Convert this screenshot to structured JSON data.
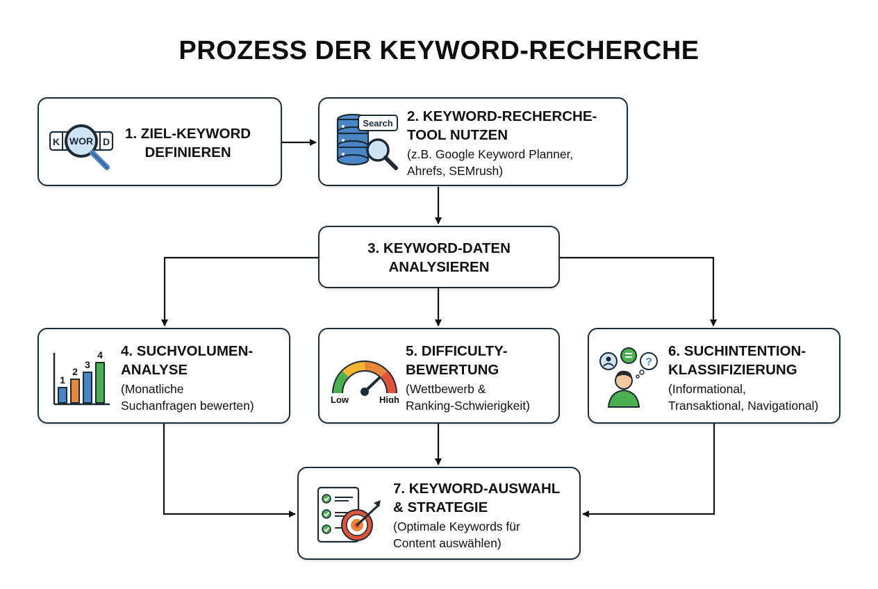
{
  "title": "PROZESS DER KEYWORD-RECHERCHE",
  "steps": [
    {
      "head": [
        "1. ZIEL-KEYWORD",
        "DEFINIEREN"
      ],
      "sub": [],
      "icon": "keyword-magnifier-icon",
      "icon_text": [
        "K",
        "WOR",
        "D"
      ]
    },
    {
      "head": [
        "2. KEYWORD-RECHERCHE-",
        "TOOL NUTZEN"
      ],
      "sub": [
        "(z.B. Google Keyword Planner,",
        "Ahrefs, SEMrush)"
      ],
      "icon": "database-search-icon",
      "icon_text": [
        "Search"
      ]
    },
    {
      "head": [
        "3. KEYWORD-DATEN",
        "ANALYSIEREN"
      ],
      "sub": []
    },
    {
      "head": [
        "4. SUCHVOLUMEN-",
        "ANALYSE"
      ],
      "sub": [
        "(Monatliche",
        "Suchanfragen bewerten)"
      ],
      "icon": "bar-chart-icon",
      "icon_text": [
        "1",
        "2",
        "3",
        "4"
      ]
    },
    {
      "head": [
        "5. DIFFICULTY-",
        "BEWERTUNG"
      ],
      "sub": [
        "(Wettbewerb &",
        "Ranking-Schwierigkeit)"
      ],
      "icon": "difficulty-gauge-icon",
      "icon_text": [
        "Low",
        "High"
      ]
    },
    {
      "head": [
        "6. SUCHINTENTION-",
        "KLASSIFIZIERUNG"
      ],
      "sub": [
        "(Informational,",
        "Transaktional, Navigational)"
      ],
      "icon": "user-intent-icon",
      "icon_text": [
        "?"
      ]
    },
    {
      "head": [
        "7. KEYWORD-AUSWAHL",
        "& STRATEGIE"
      ],
      "sub": [
        "(Optimale Keywords für",
        "Content auswählen)"
      ],
      "icon": "checklist-target-icon"
    }
  ],
  "colors": {
    "border": "#1c2a36",
    "arrow": "#111111",
    "blue": "#4a86c5",
    "orange": "#e8883a",
    "green": "#4caf50",
    "red": "#e0533a",
    "yellow": "#f2b632"
  }
}
